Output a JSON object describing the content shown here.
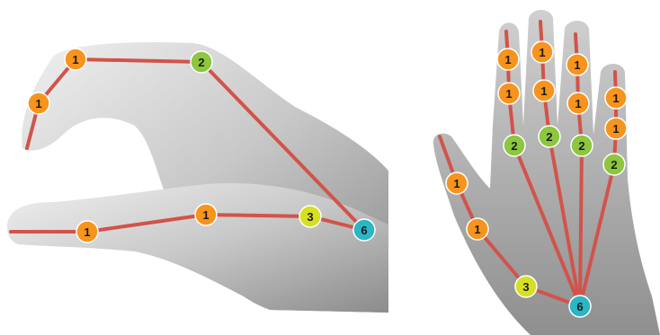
{
  "colors": {
    "bone_line": "#d2534b",
    "joint_1": "#f7941d",
    "joint_2": "#8dc63f",
    "joint_3": "#d7df23",
    "joint_6": "#2bb5c5",
    "skin_light": "#d9d9d9",
    "skin_dark": "#8a8a8a"
  },
  "left_hand": {
    "joints": [
      {
        "id": "tip_index",
        "label": "1",
        "kind": "joint_1"
      },
      {
        "id": "mid_index",
        "label": "1",
        "kind": "joint_1"
      },
      {
        "id": "knuckle_index",
        "label": "2",
        "kind": "joint_2"
      },
      {
        "id": "thumb_tip",
        "label": "1",
        "kind": "joint_1"
      },
      {
        "id": "thumb_mid",
        "label": "1",
        "kind": "joint_1"
      },
      {
        "id": "thumb_base",
        "label": "3",
        "kind": "joint_3"
      },
      {
        "id": "wrist",
        "label": "6",
        "kind": "joint_6"
      }
    ]
  },
  "right_hand": {
    "joints": [
      {
        "id": "index_dip",
        "label": "1",
        "kind": "joint_1"
      },
      {
        "id": "index_pip",
        "label": "1",
        "kind": "joint_1"
      },
      {
        "id": "index_mcp",
        "label": "2",
        "kind": "joint_2"
      },
      {
        "id": "middle_dip",
        "label": "1",
        "kind": "joint_1"
      },
      {
        "id": "middle_pip",
        "label": "1",
        "kind": "joint_1"
      },
      {
        "id": "middle_mcp",
        "label": "2",
        "kind": "joint_2"
      },
      {
        "id": "ring_dip",
        "label": "1",
        "kind": "joint_1"
      },
      {
        "id": "ring_pip",
        "label": "1",
        "kind": "joint_1"
      },
      {
        "id": "ring_mcp",
        "label": "2",
        "kind": "joint_2"
      },
      {
        "id": "little_dip",
        "label": "1",
        "kind": "joint_1"
      },
      {
        "id": "little_pip",
        "label": "1",
        "kind": "joint_1"
      },
      {
        "id": "little_mcp",
        "label": "2",
        "kind": "joint_2"
      },
      {
        "id": "thumb_ip",
        "label": "1",
        "kind": "joint_1"
      },
      {
        "id": "thumb_mcp",
        "label": "1",
        "kind": "joint_1"
      },
      {
        "id": "thumb_cmc",
        "label": "3",
        "kind": "joint_3"
      },
      {
        "id": "wrist",
        "label": "6",
        "kind": "joint_6"
      }
    ]
  }
}
